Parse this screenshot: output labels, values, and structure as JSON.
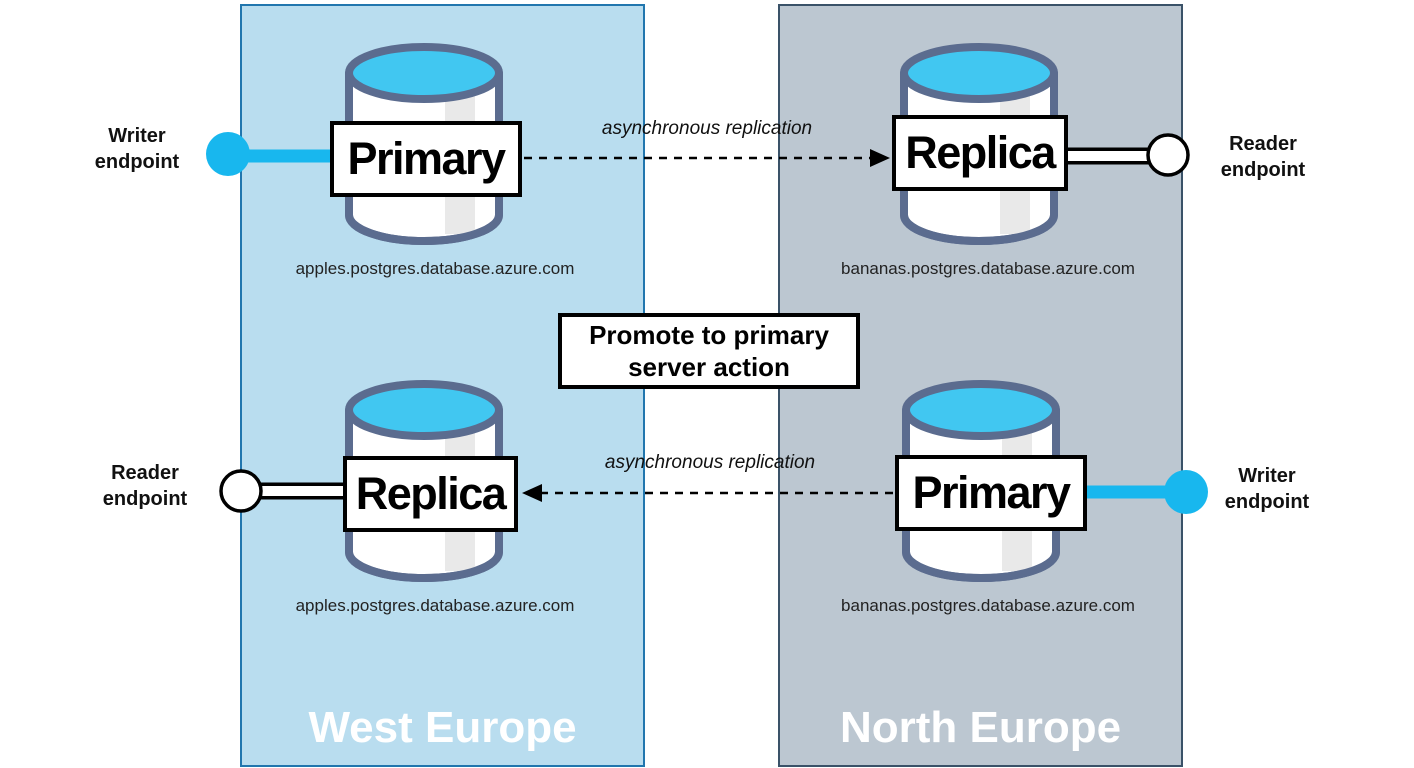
{
  "diagram": {
    "regions": {
      "west": {
        "name": "West Europe"
      },
      "north": {
        "name": "North Europe"
      }
    },
    "nodes": {
      "west_top": {
        "role": "Primary",
        "hostname": "apples.postgres.database.azure.com"
      },
      "north_top": {
        "role": "Replica",
        "hostname": "bananas.postgres.database.azure.com"
      },
      "west_bottom": {
        "role": "Replica",
        "hostname": "apples.postgres.database.azure.com"
      },
      "north_bottom": {
        "role": "Primary",
        "hostname": "bananas.postgres.database.azure.com"
      }
    },
    "links": {
      "top_replication": "asynchronous replication",
      "bottom_replication": "asynchronous replication"
    },
    "endpoints": {
      "writer_top": "Writer endpoint",
      "reader_top": "Reader endpoint",
      "reader_bottom": "Reader endpoint",
      "writer_bottom": "Writer endpoint"
    },
    "action": {
      "promote": "Promote to primary server action"
    },
    "icons": {
      "database": "database-cylinder-icon",
      "writer": "writer-endpoint-lollipop-icon",
      "reader": "reader-endpoint-lollipop-icon"
    },
    "colors": {
      "west_fill": "#B9DDEF",
      "west_border": "#2176AE",
      "north_fill": "#BCC7D1",
      "north_border": "#3A5268",
      "cylinder_stroke": "#5B6C8F",
      "cylinder_top": "#41C7F1",
      "cylinder_body": "#FFFFFF",
      "cylinder_shade": "#E9E9E9",
      "writer_accent": "#18B7EE",
      "reader_fill": "#FFFFFF",
      "line_black": "#000000"
    }
  }
}
